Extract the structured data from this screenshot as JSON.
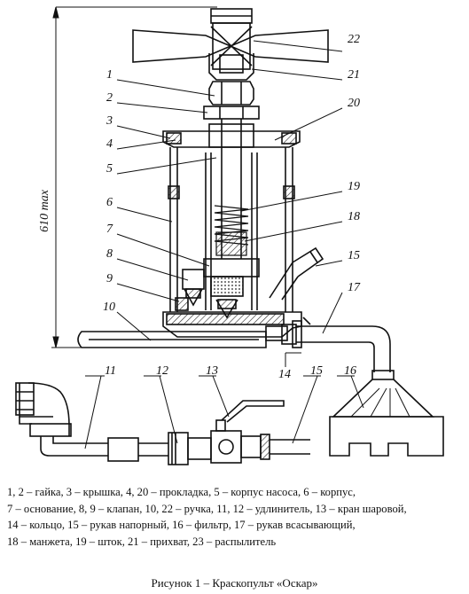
{
  "dimension_label": "610 max",
  "part_numbers": {
    "p1": "1",
    "p2": "2",
    "p3": "3",
    "p4": "4",
    "p5": "5",
    "p6": "6",
    "p7": "7",
    "p8": "8",
    "p9": "9",
    "p10": "10",
    "p11": "11",
    "p12": "12",
    "p13": "13",
    "p14": "14",
    "p15a": "15",
    "p15b": "15",
    "p16": "16",
    "p17": "17",
    "p18": "18",
    "p19": "19",
    "p20": "20",
    "p21": "21",
    "p22": "22"
  },
  "legend_lines": [
    "1, 2 – гайка, 3 – крышка, 4, 20 – прокладка, 5 – корпус насоса, 6 – корпус,",
    "7 – основание, 8, 9 – клапан, 10, 22 – ручка, 11, 12 – удлинитель, 13 – кран шаровой,",
    "14 – кольцо, 15 – рукав напорный, 16 – фильтр, 17 – рукав всасывающий,",
    "18 – манжета, 19 – шток, 21 – прихват, 23 – распылитель"
  ],
  "caption": "Рисунок 1 – Краскопульт «Оскар»"
}
